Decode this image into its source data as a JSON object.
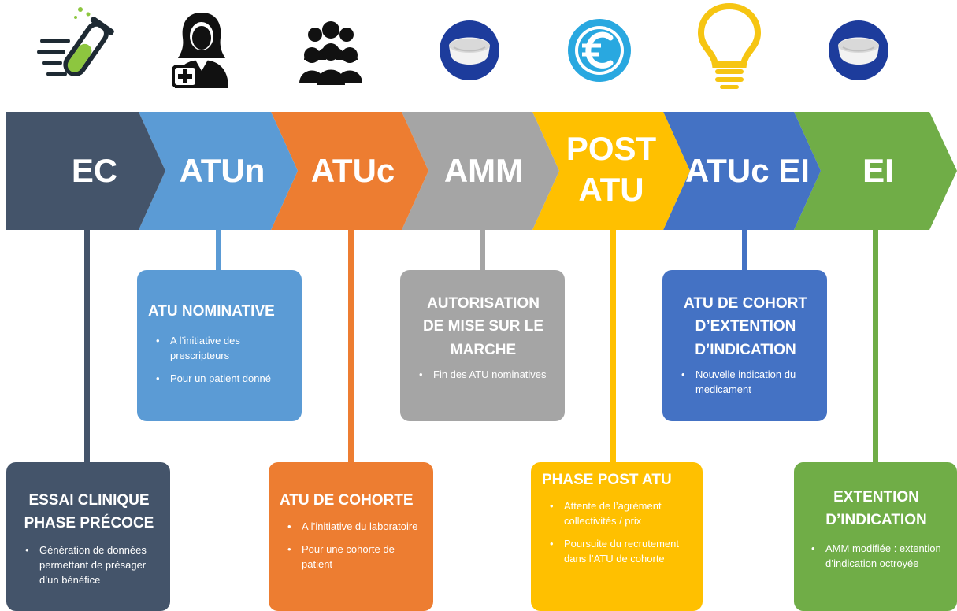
{
  "colors": {
    "ec": "#44546a",
    "atun": "#5b9bd5",
    "atuc": "#ed7d31",
    "amm": "#a5a5a5",
    "post_atu": "#ffc000",
    "atuc_ei": "#4472c4",
    "ei": "#70ad47",
    "icon_green": "#8dc63f",
    "icon_navy": "#1d3c9c",
    "icon_cyan": "#29a8e0",
    "icon_yellow": "#f6c512"
  },
  "icons": [
    "test-tube-icon",
    "nurse-icon",
    "group-icon",
    "pill-bowl-icon",
    "euro-coin-icon",
    "light-bulb-icon",
    "pill-bowl-icon"
  ],
  "stages": [
    {
      "label": "EC"
    },
    {
      "label": "ATUn"
    },
    {
      "label": "ATUc"
    },
    {
      "label": "AMM"
    },
    {
      "label_line1": "POST",
      "label_line2": "ATU"
    },
    {
      "label": "ATUc EI"
    },
    {
      "label": "EI"
    }
  ],
  "cards": {
    "ec": {
      "title_line1": "ESSAI CLINIQUE",
      "title_line2": "PHASE PRÉCOCE",
      "bullets": [
        "Génération de données permettant de présager d’un bénéfice"
      ]
    },
    "atun": {
      "title": "ATU NOMINATIVE",
      "bullets": [
        "A l’initiative des prescripteurs",
        "Pour un patient donné"
      ]
    },
    "atuc": {
      "title": "ATU DE COHORTE",
      "bullets": [
        "A l’initiative du laboratoire",
        "Pour une cohorte de patient"
      ]
    },
    "amm": {
      "title_line1": "AUTORISATION",
      "title_line2": "DE MISE SUR LE",
      "title_line3": "MARCHE",
      "bullets": [
        "Fin des ATU nominatives"
      ]
    },
    "post_atu": {
      "title": "PHASE POST ATU",
      "bullets": [
        "Attente de l’agrément collectivités / prix",
        "Poursuite du recrutement dans l’ATU de cohorte"
      ]
    },
    "atuc_ei": {
      "title_line1": "ATU DE COHORT",
      "title_line2": "D’EXTENTION",
      "title_line3": "D’INDICATION",
      "bullets": [
        "Nouvelle indication du medicament"
      ]
    },
    "ei": {
      "title_line1": "EXTENTION",
      "title_line2": "D’INDICATION",
      "bullets": [
        "AMM modifiée : extention d’indication octroyée"
      ]
    }
  }
}
